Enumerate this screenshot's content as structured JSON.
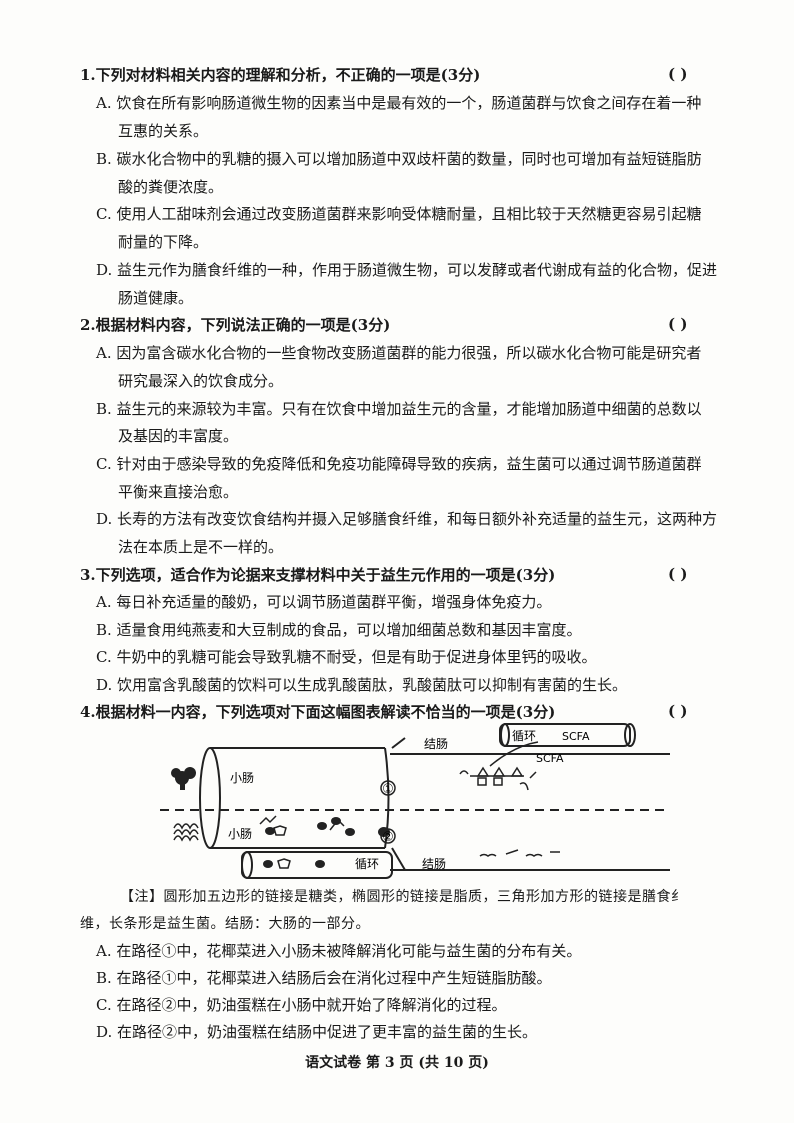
{
  "questions": [
    {
      "stem": "1.下列对材料相关内容的理解和分析，不正确的一项是(3分)",
      "paren": "(   )",
      "options": [
        {
          "line1": "A. 饮食在所有影响肠道微生物的因素当中是最有效的一个，肠道菌群与饮食之间存在着一种",
          "line2": "互惠的关系。"
        },
        {
          "line1": "B. 碳水化合物中的乳糖的摄入可以增加肠道中双歧杆菌的数量，同时也可增加有益短链脂肪",
          "line2": "酸的粪便浓度。"
        },
        {
          "line1": "C. 使用人工甜味剂会通过改变肠道菌群来影响受体糖耐量，且相比较于天然糖更容易引起糖",
          "line2": "耐量的下降。"
        },
        {
          "line1": "D. 益生元作为膳食纤维的一种，作用于肠道微生物，可以发酵或者代谢成有益的化合物，促进",
          "line2": "肠道健康。"
        }
      ]
    },
    {
      "stem": "2.根据材料内容，下列说法正确的一项是(3分)",
      "paren": "(   )",
      "options": [
        {
          "line1": "A. 因为富含碳水化合物的一些食物改变肠道菌群的能力很强，所以碳水化合物可能是研究者",
          "line2": "研究最深入的饮食成分。"
        },
        {
          "line1": "B. 益生元的来源较为丰富。只有在饮食中增加益生元的含量，才能增加肠道中细菌的总数以",
          "line2": "及基因的丰富度。"
        },
        {
          "line1": "C. 针对由于感染导致的免疫降低和免疫功能障碍导致的疾病，益生菌可以通过调节肠道菌群",
          "line2": "平衡来直接治愈。"
        },
        {
          "line1": "D. 长寿的方法有改变饮食结构并摄入足够膳食纤维，和每日额外补充适量的益生元，这两种方",
          "line2": "法在本质上是不一样的。"
        }
      ]
    },
    {
      "stem": "3.下列选项，适合作为论据来支撑材料中关于益生元作用的一项是(3分)",
      "paren": "(   )",
      "options": [
        {
          "line1": "A. 每日补充适量的酸奶，可以调节肠道菌群平衡，增强身体免疫力。"
        },
        {
          "line1": "B. 适量食用纯燕麦和大豆制成的食品，可以增加细菌总数和基因丰富度。"
        },
        {
          "line1": "C. 牛奶中的乳糖可能会导致乳糖不耐受，但是有助于促进身体里钙的吸收。"
        },
        {
          "line1": "D. 饮用富含乳酸菌的饮料可以生成乳酸菌肽，乳酸菌肽可以抑制有害菌的生长。"
        }
      ]
    },
    {
      "stem": "4.根据材料一内容，下列选项对下面这幅图表解读不恰当的一项是(3分)",
      "paren": "(   )",
      "options": [
        {
          "line1": "A. 在路径①中，花椰菜进入小肠未被降解消化可能与益生菌的分布有关。"
        },
        {
          "line1": "B. 在路径①中，花椰菜进入结肠后会在消化过程中产生短链脂肪酸。"
        },
        {
          "line1": "C. 在路径②中，奶油蛋糕在小肠中就开始了降解消化的过程。"
        },
        {
          "line1": "D. 在路径②中，奶油蛋糕在结肠中促进了更丰富的益生菌的生长。"
        }
      ]
    }
  ],
  "diagram": {
    "small_intestine_top": "小肠",
    "small_intestine_bottom": "小肠",
    "colon_top": "结肠",
    "colon_bottom": "结肠",
    "circulation_top": "循环",
    "circulation_bottom": "循环",
    "scfa_tube": "SCFA",
    "scfa_free": "SCFA",
    "path1": "①",
    "path2": "②"
  },
  "note": {
    "line1": "【注】圆形加五边形的链接是糖类，椭圆形的链接是脂质，三角形加方形的链接是膳食纟",
    "line2": "维，长条形是益生菌。结肠：大肠的一部分。"
  },
  "footer": "语文试卷  第 3 页  (共 10 页)"
}
